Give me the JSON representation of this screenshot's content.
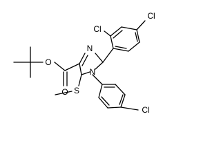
{
  "atoms": {
    "cl_top": "Cl",
    "cl_left": "Cl",
    "n_top": "N",
    "n_bottom": "N",
    "o_carbonyl": "O",
    "o_ester": "O",
    "s_thio": "S",
    "cl_bottom": "Cl"
  },
  "colors": {
    "bond": "#000000",
    "text": "#000000",
    "background": "#ffffff"
  }
}
